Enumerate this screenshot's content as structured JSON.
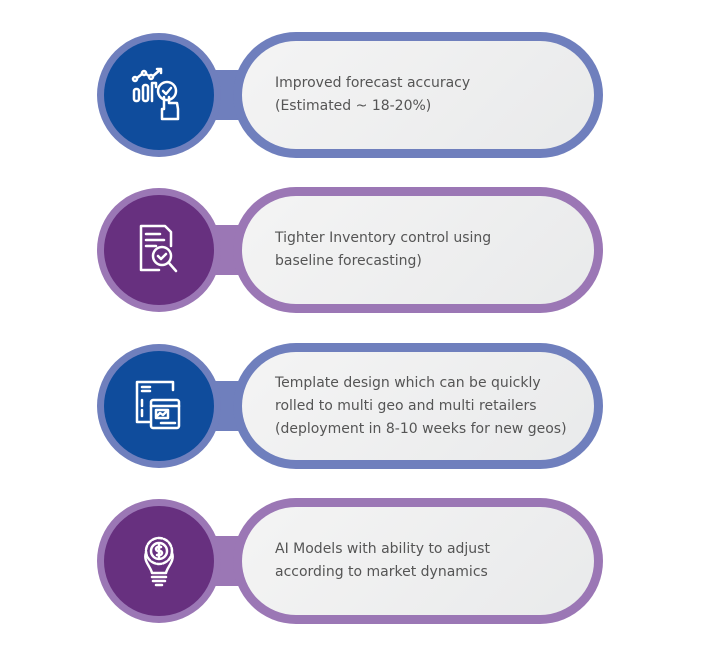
{
  "items": [
    {
      "lines": [
        "Improved forecast accuracy",
        "(Estimated ~ 18-20%)"
      ],
      "icon": "chart-hand-check-icon",
      "color": "#0f4c9c"
    },
    {
      "lines": [
        "Tighter Inventory control using",
        "baseline forecasting)"
      ],
      "icon": "document-magnifier-check-icon",
      "color": "#67307f"
    },
    {
      "lines": [
        "Template design which can be quickly",
        "rolled to multi geo and multi retailers",
        "(deployment in 8-10 weeks for new geos)"
      ],
      "icon": "template-layout-icon",
      "color": "#0f4c9c"
    },
    {
      "lines": [
        "AI Models with ability to adjust",
        "according to market dynamics"
      ],
      "icon": "lightbulb-gear-dollar-icon",
      "color": "#67307f"
    }
  ]
}
